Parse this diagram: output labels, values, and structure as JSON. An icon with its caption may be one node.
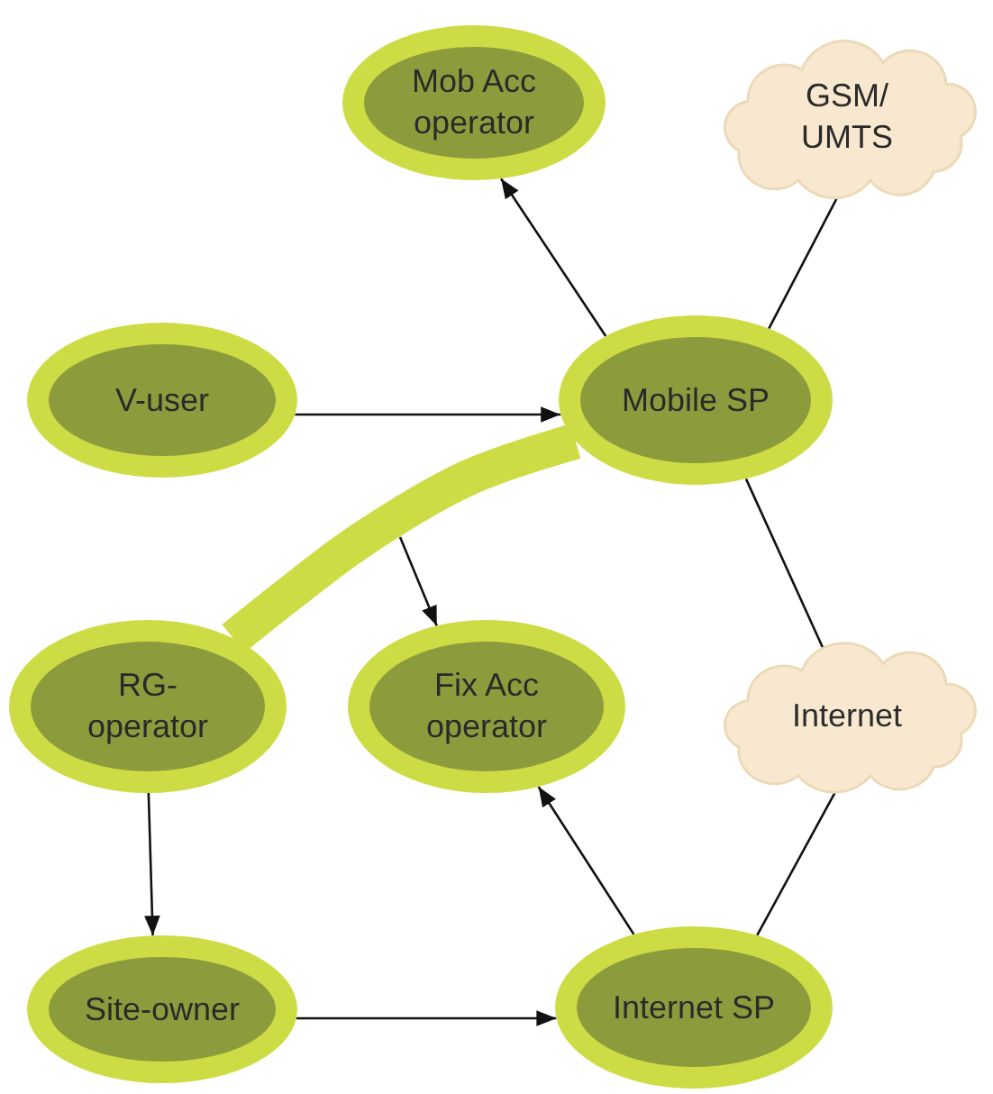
{
  "diagram": {
    "nodes": [
      {
        "text": [
          "Mob Acc operator"
        ]
      },
      {
        "text": [
          "GSM/ UMTS"
        ]
      },
      {
        "text": [
          "V-user"
        ]
      },
      {
        "text": [
          "Mobile SP"
        ]
      },
      {
        "text": [
          "RG- operator"
        ]
      },
      {
        "text": [
          "Fix Acc operator"
        ]
      },
      {
        "text": [
          "Internet"
        ]
      },
      {
        "text": [
          "Site-owner"
        ]
      },
      {
        "text": [
          "Internet SP"
        ]
      }
    ],
    "edges": [
      {
        "from": 3,
        "to": 0,
        "arrow": "to"
      },
      {
        "from": 1,
        "to": 3,
        "arrow": "none"
      },
      {
        "from": 2,
        "to": 3,
        "arrow": "to"
      },
      {
        "from": 3,
        "to": 4,
        "arrow": "none",
        "style": "thick",
        "color": "#cddc45"
      },
      {
        "from": null,
        "to": 5,
        "arrow": "to"
      },
      {
        "from": 3,
        "to": 6,
        "arrow": "none"
      },
      {
        "from": 4,
        "to": 7,
        "arrow": "to"
      },
      {
        "from": 7,
        "to": 8,
        "arrow": "to"
      },
      {
        "from": 8,
        "to": 5,
        "arrow": "to"
      },
      {
        "from": 6,
        "to": 8,
        "arrow": "none"
      }
    ]
  }
}
